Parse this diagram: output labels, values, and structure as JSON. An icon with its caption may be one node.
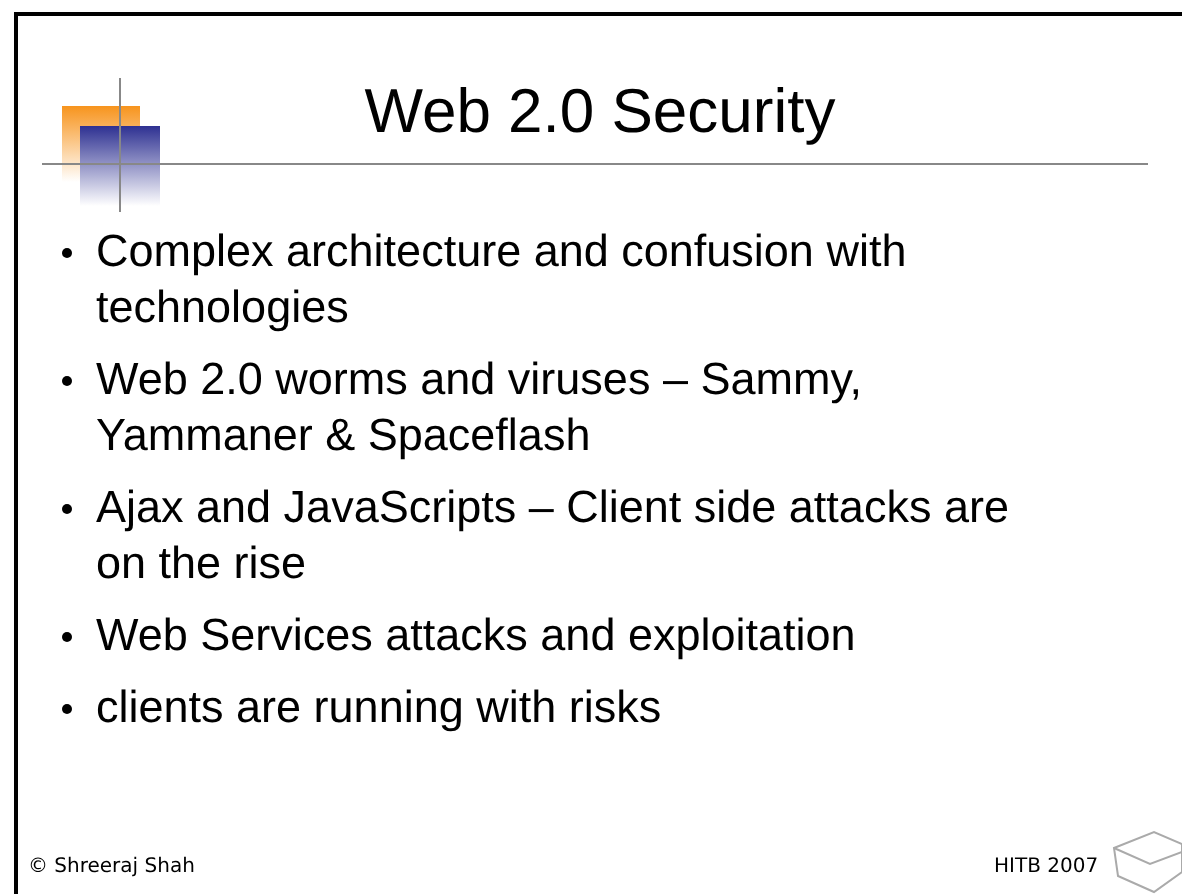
{
  "diagram": {
    "title": "Web 2.0 Security",
    "labels": [
      "Complex architecture and confusion with technologies",
      "Web 2.0 worms and viruses – Sammy, Yammaner & Spaceflash",
      "Ajax and JavaScripts – Client side attacks are on the rise",
      "Web Services attacks and exploitation",
      "clients are running with risks",
      "© Shreeraj Shah",
      "HITB 2007"
    ]
  }
}
